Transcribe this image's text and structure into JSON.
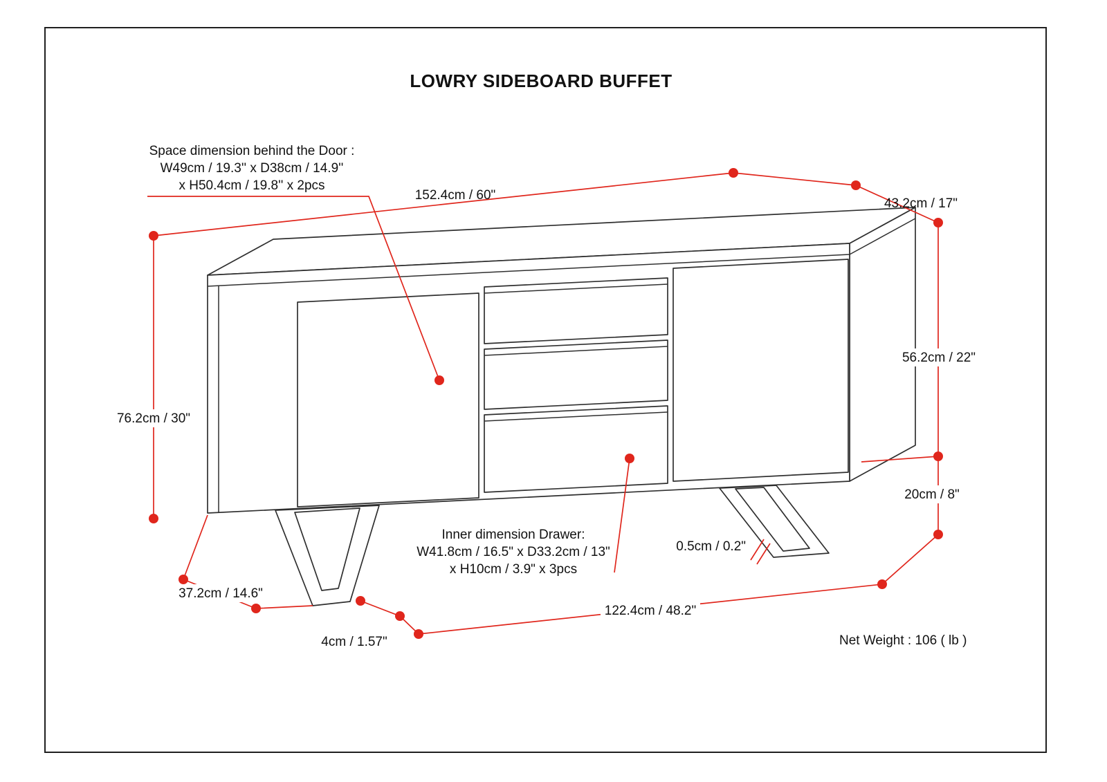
{
  "title": "LOWRY SIDEBOARD BUFFET",
  "colors": {
    "dimension_accent": "#e0261c",
    "drawing_line": "#2f2f2f",
    "text": "#111111",
    "background": "#ffffff"
  },
  "notes": {
    "door_space": {
      "l1": "Space dimension behind the Door :",
      "l2": "W49cm / 19.3'' x D38cm / 14.9''",
      "l3": "x H50.4cm / 19.8'' x 2pcs"
    },
    "drawer_inner": {
      "l1": "Inner dimension Drawer:",
      "l2": "W41.8cm / 16.5\" x D33.2cm / 13\"",
      "l3": "x H10cm / 3.9\" x 3pcs"
    },
    "net_weight": "Net Weight : 106 ( lb )"
  },
  "dims": {
    "width": "152.4cm / 60\"",
    "depth": "43.2cm / 17\"",
    "height": "76.2cm / 30\"",
    "body_height": "56.2cm / 22\"",
    "leg_height": "20cm / 8\"",
    "side_depth": "37.2cm / 14.6\"",
    "foot_width": "4cm / 1.57\"",
    "leg_span": "122.4cm / 48.2\"",
    "gap": "0.5cm / 0.2\""
  }
}
